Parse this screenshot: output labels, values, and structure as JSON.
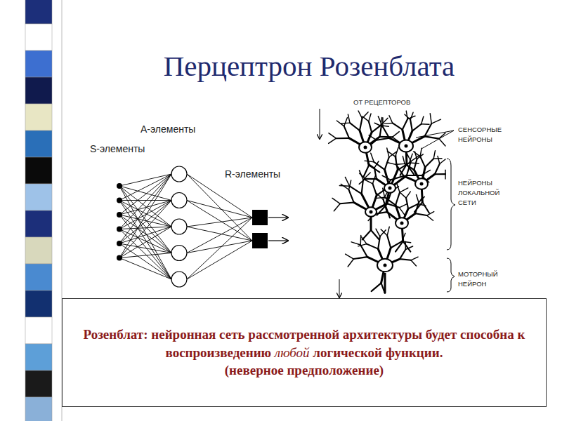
{
  "diagram": {
    "title": "Перцептрон Розенблата",
    "nodes": [
      {
        "text": [
          "Розенблат: нейронная сеть рассмотренной архитектуры будет способна к воспроизведению",
          "любой",
          "логической функции.",
          "(неверное предположение)"
        ]
      }
    ],
    "labels": [
      "А-элементы",
      "S-элементы",
      "R-элементы",
      "ОТ РЕЦЕПТОРОВ",
      "СЕНСОРНЫЕ НЕЙРОНЫ",
      "НЕЙРОНЫ ЛОКАЛЬНОЙ СЕТИ",
      "МОТОРНЫЙ НЕЙРОН"
    ]
  }
}
